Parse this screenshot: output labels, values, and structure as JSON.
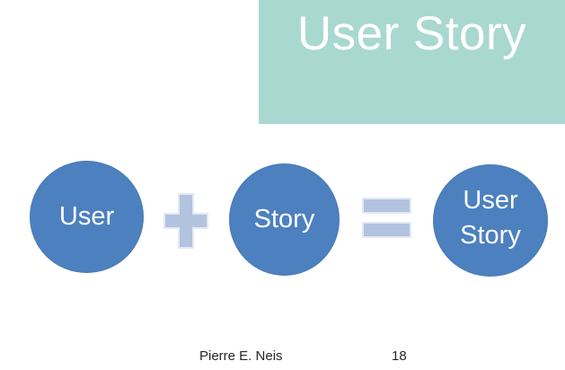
{
  "slide": {
    "title": "User Story",
    "diagram": {
      "operand1": "User",
      "operator1": "plus",
      "operand2": "Story",
      "operator2": "equals",
      "result_lines": [
        "User",
        "Story"
      ]
    },
    "footer": {
      "author": "Pierre E. Neis",
      "page_number": "18"
    },
    "colors": {
      "background": "#ffffff",
      "header_bg": "#a9d8d1",
      "circle_fill": "#4c80bf",
      "operator_fill": "#b2c3df",
      "operator_outline": "#e2e9f4",
      "title_text": "#ffffff",
      "circle_text": "#ffffff",
      "footer_text": "#262626"
    }
  }
}
